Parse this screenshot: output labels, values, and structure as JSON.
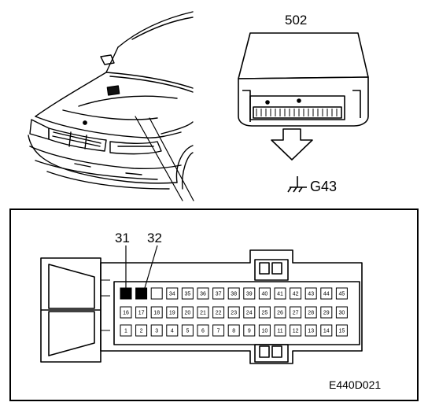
{
  "labels": {
    "unit_number": "502",
    "ground_point": "G43",
    "highlight_pin_a": "31",
    "highlight_pin_b": "32",
    "figure_code": "E440D021"
  },
  "connector": {
    "row_top": [
      "",
      "",
      "",
      "34",
      "35",
      "36",
      "37",
      "38",
      "39",
      "40",
      "41",
      "42",
      "43",
      "44",
      "45"
    ],
    "row_middle": [
      "16",
      "17",
      "18",
      "19",
      "20",
      "21",
      "22",
      "23",
      "24",
      "25",
      "26",
      "27",
      "28",
      "29",
      "30"
    ],
    "row_bottom": [
      "1",
      "2",
      "3",
      "4",
      "5",
      "6",
      "7",
      "8",
      "9",
      "10",
      "11",
      "12",
      "13",
      "14",
      "15"
    ],
    "highlighted_pins": [
      "31",
      "32"
    ]
  }
}
